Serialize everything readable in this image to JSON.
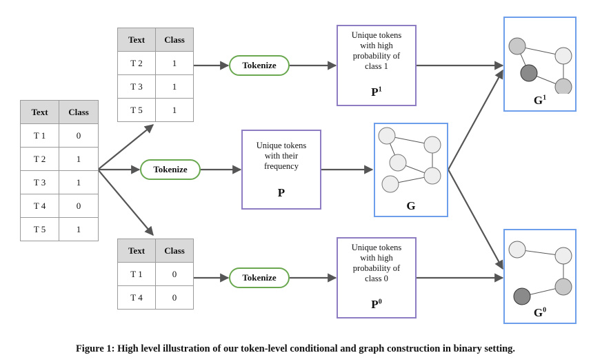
{
  "table_main": {
    "headers": [
      "Text",
      "Class"
    ],
    "rows": [
      [
        "T 1",
        "0"
      ],
      [
        "T 2",
        "1"
      ],
      [
        "T 3",
        "1"
      ],
      [
        "T 4",
        "0"
      ],
      [
        "T 5",
        "1"
      ]
    ]
  },
  "table_class1": {
    "headers": [
      "Text",
      "Class"
    ],
    "rows": [
      [
        "T 2",
        "1"
      ],
      [
        "T 3",
        "1"
      ],
      [
        "T 5",
        "1"
      ]
    ]
  },
  "table_class0": {
    "headers": [
      "Text",
      "Class"
    ],
    "rows": [
      [
        "T 1",
        "0"
      ],
      [
        "T 4",
        "0"
      ]
    ]
  },
  "tokenize": {
    "label": "Tokenize"
  },
  "p1": {
    "desc": [
      "Unique tokens",
      "with high",
      "probability of",
      "class 1"
    ],
    "label": "P",
    "sup": "1"
  },
  "p": {
    "desc": [
      "Unique tokens",
      "with their",
      "frequency"
    ],
    "label": "P"
  },
  "p0": {
    "desc": [
      "Unique tokens",
      "with high",
      "probability of",
      "class 0"
    ],
    "label": "P",
    "sup": "0"
  },
  "g1": {
    "label": "G",
    "sup": "1"
  },
  "g": {
    "label": "G"
  },
  "g0": {
    "label": "G",
    "sup": "0"
  },
  "colors": {
    "table_header": "#d9d9d9",
    "tokenize_border": "#6aa84f",
    "p_box_border": "#8e7cc3",
    "g_box_border": "#6d9eeb",
    "arrow": "#555555",
    "node_light": "#eeeeee",
    "node_mid": "#c8c8c8",
    "node_dark": "#8a8a8a"
  },
  "caption": "Figure 1: High level illustration of our token-level conditional and graph construction in binary setting."
}
